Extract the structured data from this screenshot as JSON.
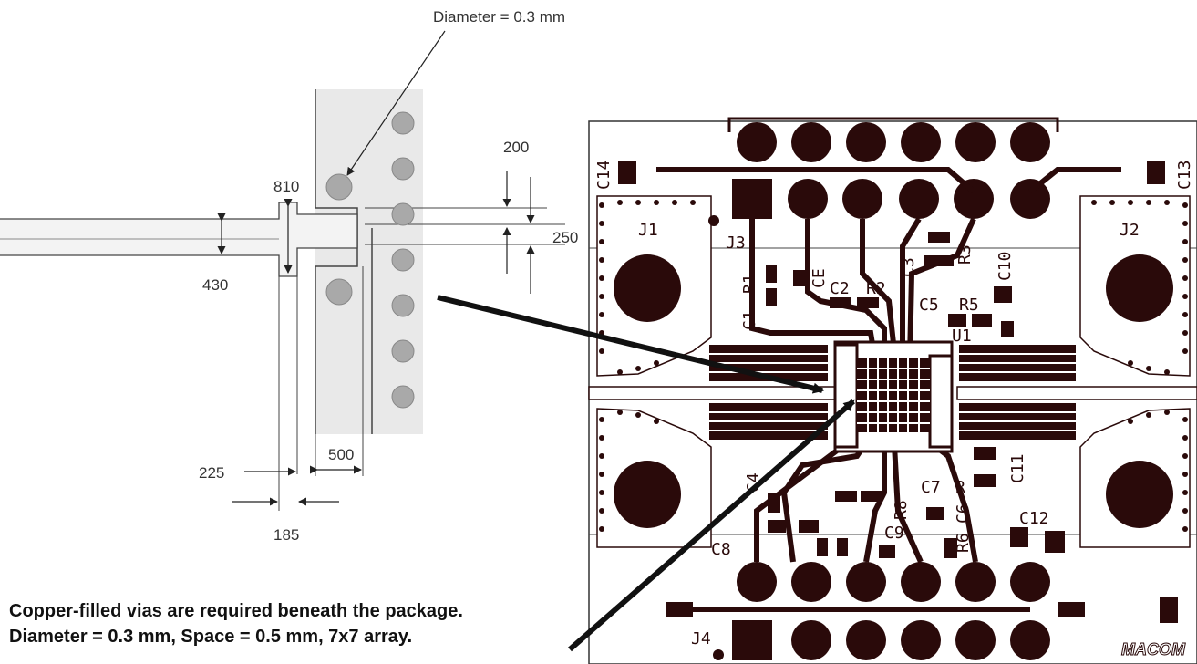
{
  "left_drawing": {
    "via_callout": "Diameter = 0.3 mm",
    "dimensions": {
      "d810": "810",
      "d200": "200",
      "d250": "250",
      "d430": "430",
      "d225": "225",
      "d500": "500",
      "d185": "185"
    },
    "note_line1": "Copper-filled vias are required beneath the package.",
    "note_line2": "Diameter = 0.3 mm, Space = 0.5 mm, 7x7 array."
  },
  "board": {
    "labels": {
      "c14": "C14",
      "c13": "C13",
      "j1": "J1",
      "j2": "J2",
      "j3": "J3",
      "j4": "J4",
      "r1": "R1",
      "c1": "C1",
      "c2": "C2",
      "r2": "R2",
      "c3": "C3",
      "c10": "C10",
      "r3": "R3",
      "c5": "C5",
      "r5": "R5",
      "u1": "U1",
      "c4": "C4",
      "c7": "C7",
      "r7": "R",
      "c11": "C11",
      "r8": "R8",
      "c6": "C6",
      "r6": "R6",
      "c9": "C9",
      "c12": "C12",
      "c8": "C8",
      "ce": "CE"
    },
    "logo": "MACOM",
    "colors": {
      "copper": "#2a0a0a",
      "outline": "#333333",
      "background": "#ffffff"
    }
  }
}
